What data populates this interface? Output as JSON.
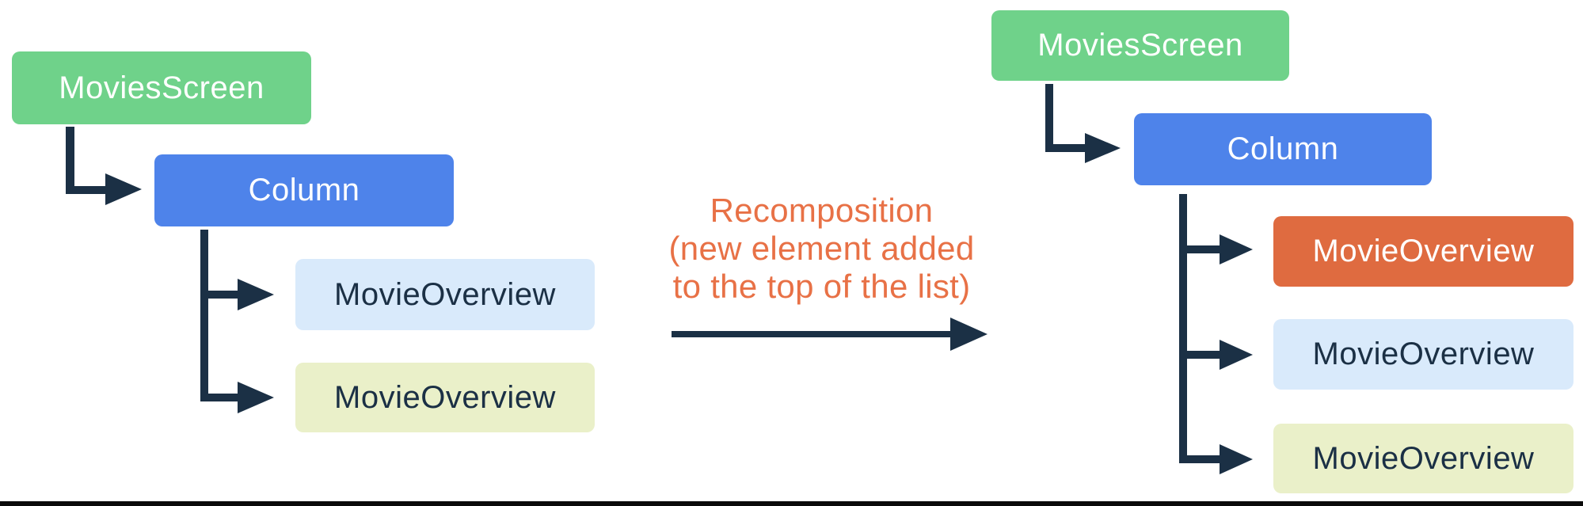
{
  "left_tree": {
    "root": "MoviesScreen",
    "column": "Column",
    "children": [
      "MovieOverview",
      "MovieOverview"
    ]
  },
  "transition": {
    "line1": "Recomposition",
    "line2": "(new element added",
    "line3": "to the top of the list)"
  },
  "right_tree": {
    "root": "MoviesScreen",
    "column": "Column",
    "children": [
      "MovieOverview",
      "MovieOverview",
      "MovieOverview"
    ]
  },
  "colors": {
    "green": "#6FD28A",
    "blue": "#4E83EA",
    "light_blue": "#D9EAFB",
    "light_yellow": "#EAF0C9",
    "orange": "#DF6B40",
    "label_orange": "#E87146",
    "connector": "#1B3045",
    "text_light": "#FFFFFF",
    "text_dark": "#1B3045",
    "bottom_line": "#0A0A0A"
  }
}
